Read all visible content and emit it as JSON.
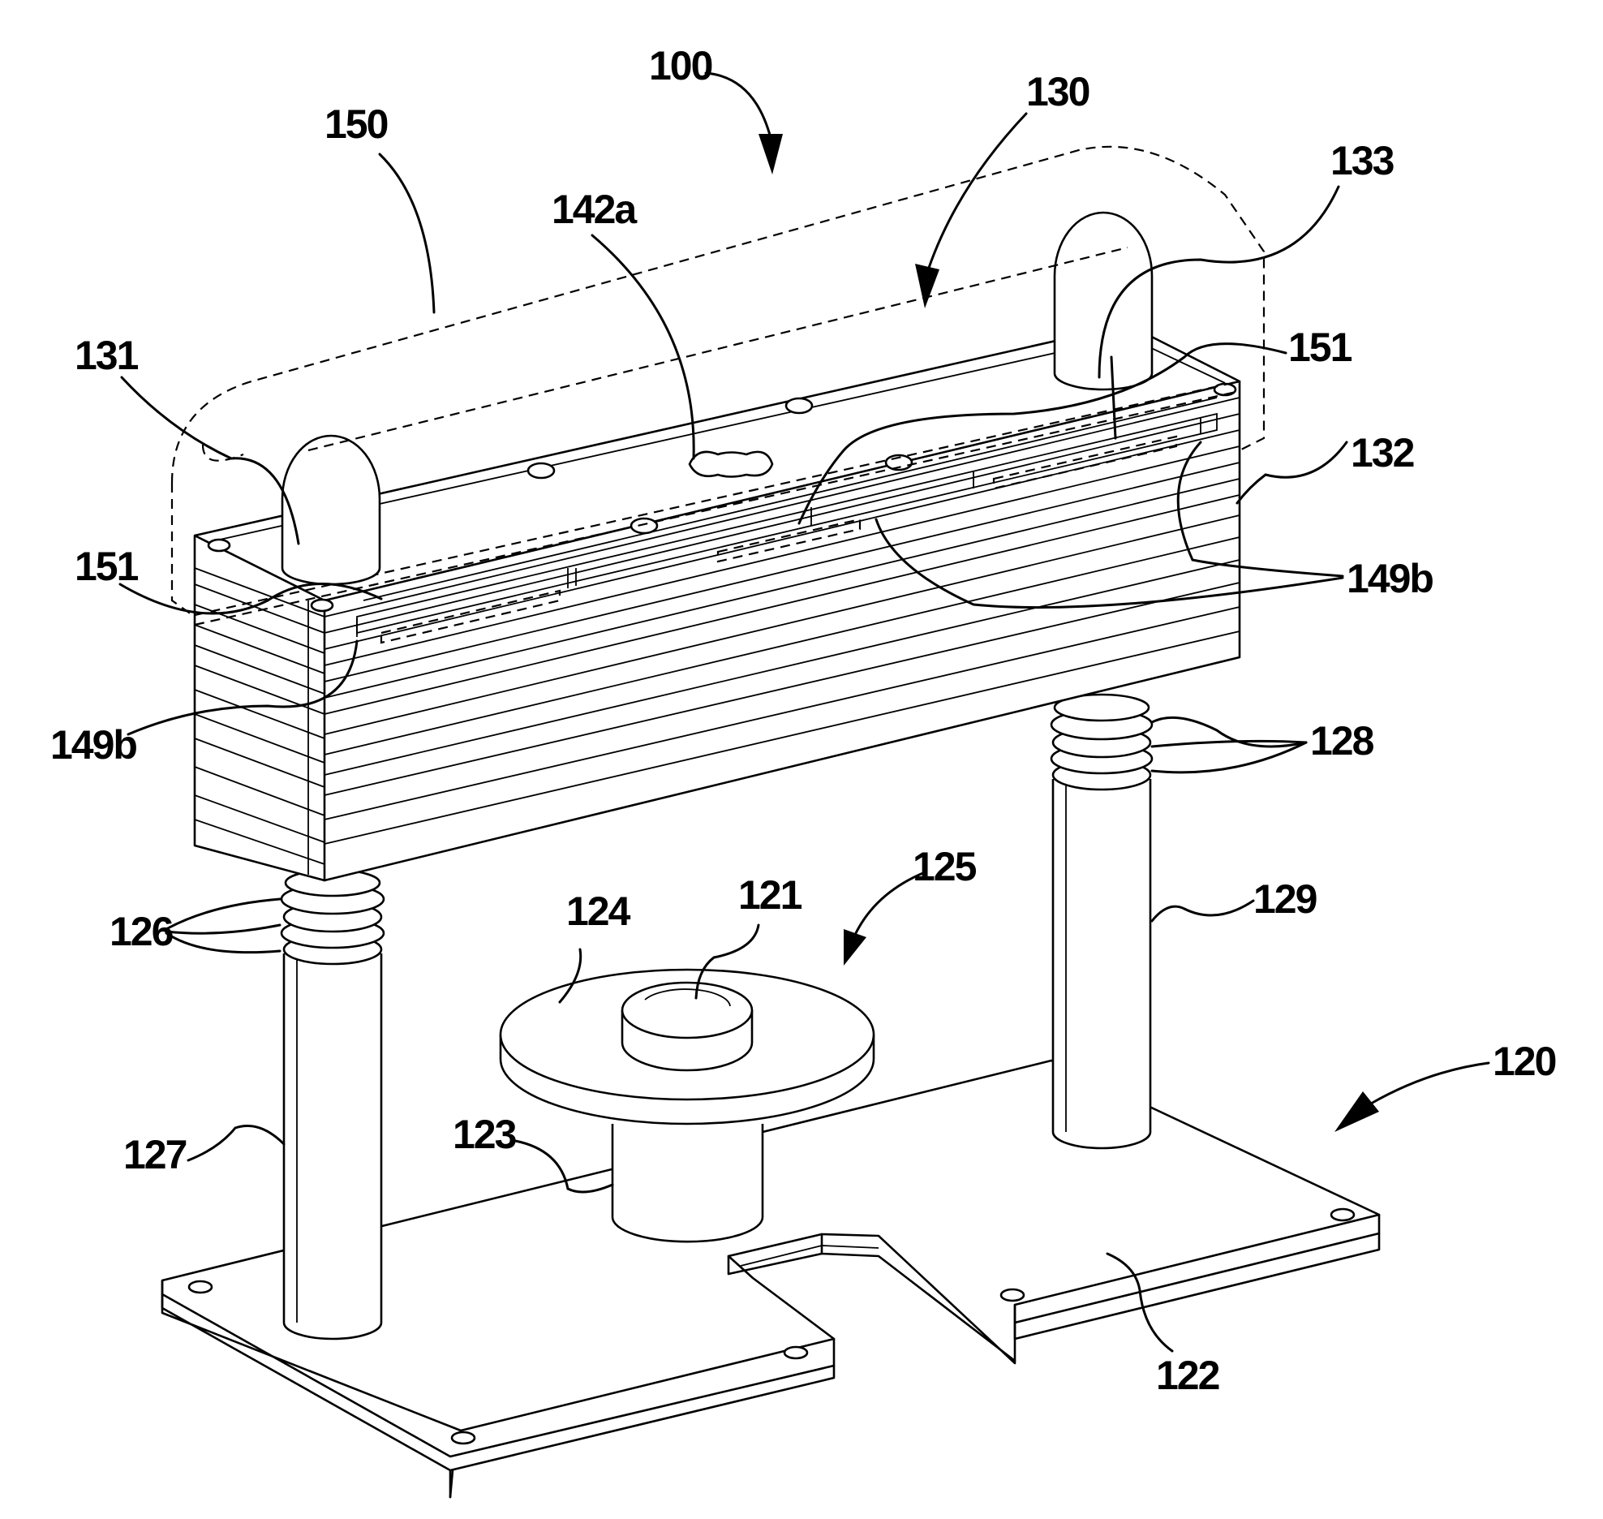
{
  "labels": {
    "l100": "100",
    "l130": "130",
    "l150": "150",
    "l133": "133",
    "l142a": "142a",
    "l131": "131",
    "l151a": "151",
    "l151b": "151",
    "l132": "132",
    "l149b_right": "149b",
    "l149b_left": "149b",
    "l128": "128",
    "l126": "126",
    "l125": "125",
    "l124": "124",
    "l121": "121",
    "l129": "129",
    "l120": "120",
    "l127": "127",
    "l123": "123",
    "l122": "122"
  }
}
